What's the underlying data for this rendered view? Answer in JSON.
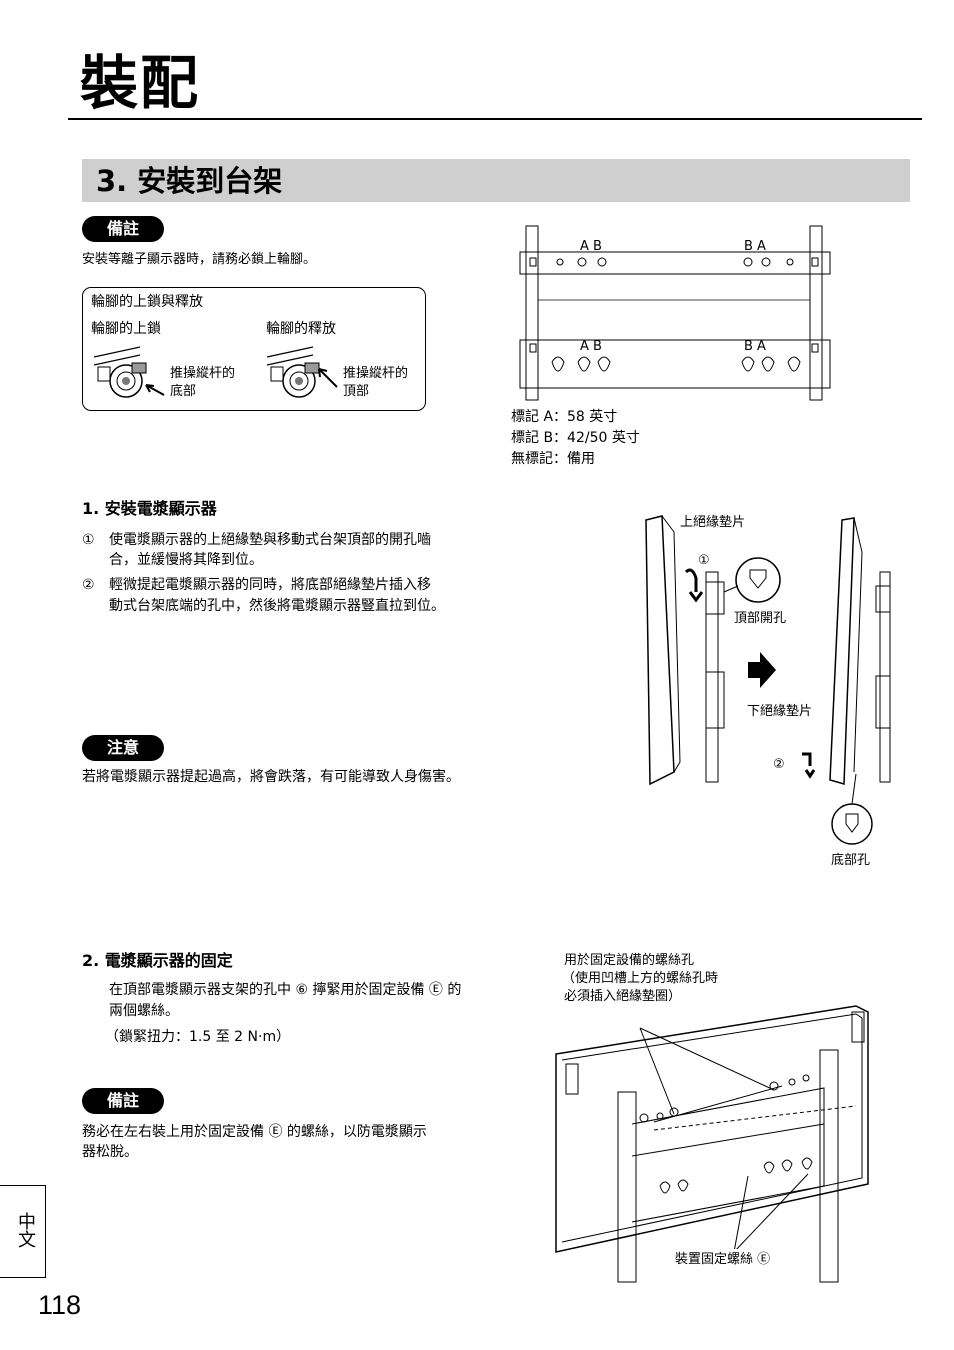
{
  "chapter": {
    "title": "裝配"
  },
  "section": {
    "title": "3.  安裝到台架"
  },
  "note1": {
    "badge": "備註",
    "text": "安裝等離子顯示器時，請務必鎖上輪腳。",
    "box_title": "輪腳的上鎖與釋放",
    "lock_label": "輪腳的上鎖",
    "release_label": "輪腳的釋放",
    "lock_push_line1": "推操縱杆的",
    "lock_push_line2": "底部",
    "release_push_line1": "推操縱杆的",
    "release_push_line2": "頂部"
  },
  "bracket_figure": {
    "label_ab_top_left": "A  B",
    "label_ba_top_right": "B  A",
    "label_ab_bottom_left": "A  B",
    "label_ba_bottom_right": "B  A",
    "legend": [
      "標記 A：58 英寸",
      "標記 B：42/50 英寸",
      "無標記：備用"
    ]
  },
  "step1": {
    "heading": "1.  安裝電漿顯示器",
    "items": [
      {
        "num": "①",
        "line1": "使電漿顯示器的上絕緣墊與移動式台架頂部的開孔嚙",
        "line2": "合，並緩慢將其降到位。"
      },
      {
        "num": "②",
        "line1": "輕微提起電漿顯示器的同時，將底部絕緣墊片插入移",
        "line2": "動式台架底端的孔中，然後將電漿顯示器豎直拉到位。"
      }
    ]
  },
  "caution": {
    "badge": "注意",
    "text": "若將電漿顯示器提起過高，將會跌落，有可能導致人身傷害。"
  },
  "install_figure": {
    "upper_pad": "上絕緣墊片",
    "top_hole": "頂部開孔",
    "lower_pad": "下絕緣墊片",
    "bottom_hole": "底部孔",
    "marker1": "①",
    "marker2": "②"
  },
  "step2": {
    "heading": "2.  電漿顯示器的固定",
    "line1": "在頂部電漿顯示器支架的孔中 ⑥ 擰緊用於固定設備 Ⓔ 的",
    "line2": "兩個螺絲。",
    "line3": "（鎖緊扭力：1.5 至 2 N·m）"
  },
  "fix_figure": {
    "caption_line1": "用於固定設備的螺絲孔",
    "caption_line2": "（使用凹槽上方的螺絲孔時",
    "caption_line3": "必須插入絕緣墊圈）",
    "bottom_label": "裝置固定螺絲 Ⓔ"
  },
  "note2": {
    "badge": "備註",
    "line1": "務必在左右裝上用於固定設備 Ⓔ 的螺絲，以防電漿顯示",
    "line2": "器松脫。"
  },
  "side_tab": {
    "label": "中文"
  },
  "page_number": "118"
}
